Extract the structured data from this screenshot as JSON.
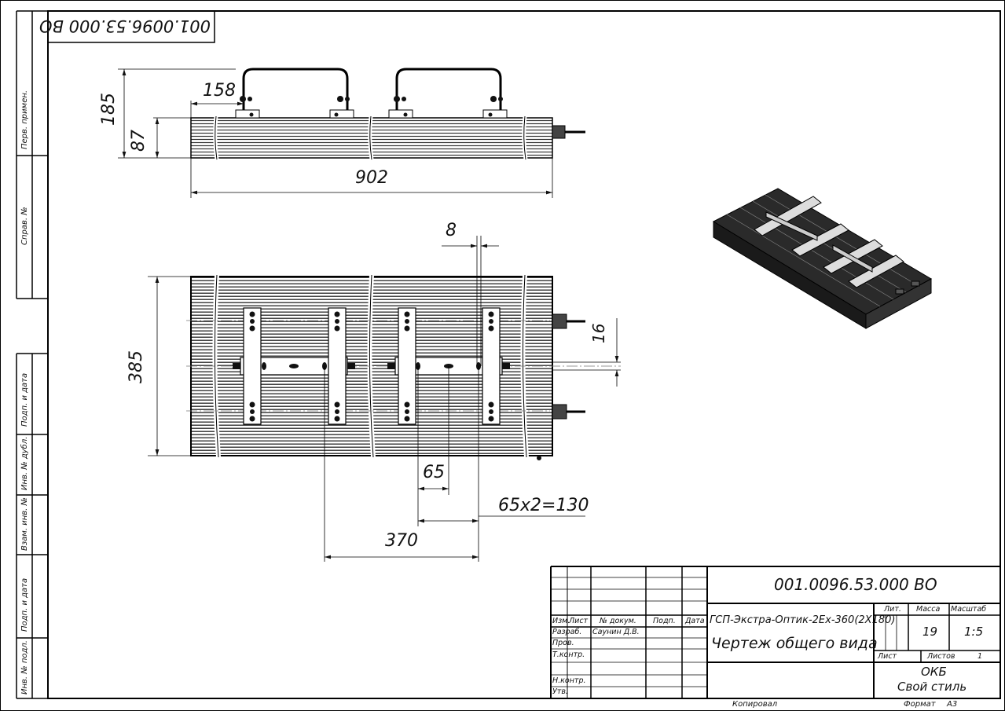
{
  "stamp_code": "001.0096.53.000 ВО",
  "side_labels": {
    "perv_primen": "Перв. примен.",
    "sprav_no": "Справ. №",
    "podp_i_data_top": "Подп. и дата",
    "inv_no_dubl": "Инв. № дубл.",
    "vzam_inv_no": "Взам. инв. №",
    "podp_i_data_bottom": "Подп. и дата",
    "inv_no_podl": "Инв. № подл."
  },
  "dimensions": {
    "height_total": "185",
    "height_body": "87",
    "bracket_offset": "158",
    "length": "902",
    "gap": "8",
    "width": "385",
    "offset_16": "16",
    "spacing_65": "65",
    "spacing_130": "65x2=130",
    "spacing_370": "370"
  },
  "title_block": {
    "designation": "001.0096.53.000 ВО",
    "product_name": "ГСП-Экстра-Оптик-2Ex-360(2X180)",
    "doc_title": "Чертеж общего вида",
    "col_izm": "Изм.",
    "col_list": "Лист",
    "col_docum": "№ докум.",
    "col_podp": "Подп.",
    "col_data": "Дата",
    "razrab_label": "Разраб.",
    "razrab_name": "Саунин Д.В.",
    "prov_label": "Пров.",
    "tkontr_label": "Т.контр.",
    "nkontr_label": "Н.контр.",
    "utv_label": "Утв.",
    "lit_label": "Лит.",
    "massa_label": "Масса",
    "masshtab_label": "Масштаб",
    "massa_value": "19",
    "masshtab_value": "1:5",
    "list_label": "Лист",
    "listov_label": "Листов",
    "listov_value": "1",
    "org_line1": "ОКБ",
    "org_line2": "Свой стиль",
    "kopiroval": "Копировал",
    "format_label": "Формат",
    "format_value": "А3"
  }
}
